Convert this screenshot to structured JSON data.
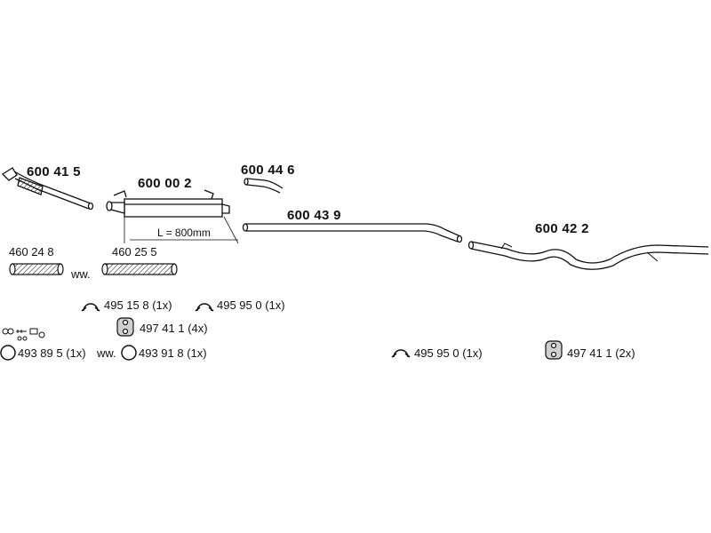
{
  "parts": {
    "front_pipe": "600 41 5",
    "front_muffler": "600 00 2",
    "connector_pipe": "600 44 6",
    "intermediate_pipe": "600 43 9",
    "rear_pipe": "600 42 2",
    "flex_pipe_a": "460 24 8",
    "flex_pipe_b": "460 25 5"
  },
  "dimension": {
    "length": "L = 800mm"
  },
  "alternative_marker": "ww.",
  "accessories": {
    "clamp_a": "495 15 8 (1x)",
    "clamp_b": "495 95 0 (1x)",
    "hanger_a": "497 41 1 (4x)",
    "gasket_a": "493 89 5 (1x)",
    "gasket_b": "493 91 8 (1x)",
    "clamp_c": "495 95 0 (1x)",
    "hanger_b": "497 41 1 (2x)"
  },
  "colors": {
    "line": "#111111",
    "fill": "#cfcfcf",
    "background": "#ffffff"
  },
  "icons": [
    "flex-pipe-hatch-icon",
    "clamp-icon",
    "rubber-hanger-icon",
    "gasket-ring-icon",
    "hardware-kit-icon"
  ]
}
